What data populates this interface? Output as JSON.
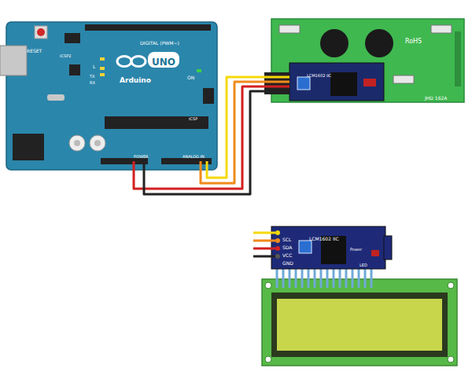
{
  "diagram": {
    "nodes": [
      {
        "text": [
          "RESET",
          "ICSP2",
          "L",
          "TX",
          "RX",
          "UNO",
          "Arduino",
          "ON",
          "DIGITAL (PWM~)",
          "ICSP",
          "POWER",
          "ANALOG IN"
        ]
      },
      {
        "text": [
          "RoHS",
          "JHD 162A"
        ]
      },
      {
        "text": [
          "LCM1602 IIC"
        ],
        "in": 1
      },
      {
        "text": [
          "SCL",
          "SDA",
          "VCC",
          "GND",
          "LCM1602 IIC",
          "Power",
          "LED"
        ]
      }
    ],
    "edges": [
      {
        "from": 0,
        "to": 2,
        "arrow": "none"
      },
      {
        "from": 0,
        "to": 2,
        "arrow": "none"
      },
      {
        "from": 0,
        "to": 2,
        "arrow": "none"
      },
      {
        "from": 0,
        "to": 2,
        "arrow": "none"
      }
    ]
  }
}
